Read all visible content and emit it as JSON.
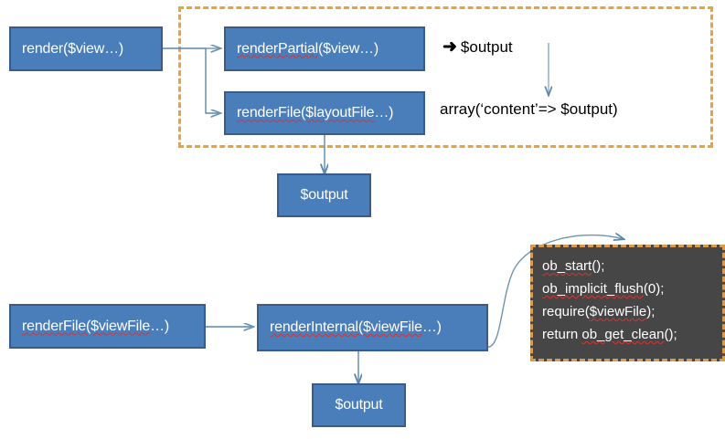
{
  "diagram": {
    "title": "Yii render pipeline diagram",
    "colors": {
      "node_fill": "#4a7ebb",
      "node_border": "#385d8a",
      "node_text": "#ffffff",
      "group_border": "#e8a33d",
      "code_fill": "#464646",
      "code_border": "#d99a4e",
      "connector": "#5b87ad",
      "spellcheck": "#e03030",
      "page_bg": "#ffffff"
    },
    "nodes": {
      "render": {
        "label": "render($view…)"
      },
      "render_partial": {
        "label_spell": "renderPartial",
        "label_rest": "($view…)"
      },
      "render_file_layout": {
        "label_spell": "renderFile($layoutFile",
        "label_rest": "…)"
      },
      "output_top": {
        "label": "$output"
      },
      "render_file_view": {
        "label_spell": "renderFile($viewFile",
        "label_rest": "…)"
      },
      "render_internal": {
        "label_spell": "renderInternal($viewFile",
        "label_rest": "…)"
      },
      "output_bottom": {
        "label": "$output"
      }
    },
    "annotations": {
      "arrow_glyph": "➜",
      "returns_output": "$output",
      "array_content": "array(‘content’=> $output)"
    },
    "code_block": {
      "lines": [
        {
          "spell": "ob_start",
          "rest": "();"
        },
        {
          "spell": "ob_implicit_flush",
          "rest": "(0);"
        },
        {
          "plain": "require(",
          "spell": "$viewFile",
          "rest": ");"
        },
        {
          "plain": "return ",
          "spell": "ob_get_clean",
          "rest": "();"
        }
      ]
    }
  }
}
